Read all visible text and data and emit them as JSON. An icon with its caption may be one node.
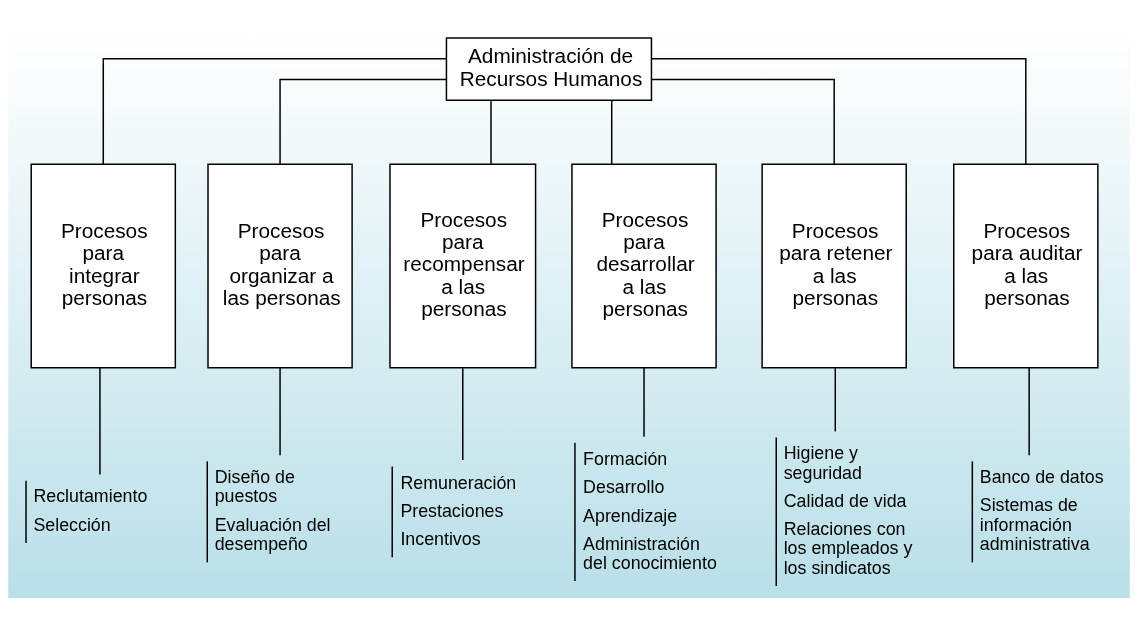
{
  "diagram": {
    "nodes": [
      {
        "text": [
          "Administración de Recursos Humanos"
        ]
      },
      {
        "text": [
          "Procesos para integrar personas"
        ]
      },
      {
        "text": [
          "Procesos para organizar a las personas"
        ]
      },
      {
        "text": [
          "Procesos para recompensar a las personas"
        ]
      },
      {
        "text": [
          "Procesos para desarrollar a las personas"
        ]
      },
      {
        "text": [
          "Procesos para retener a las personas"
        ]
      },
      {
        "text": [
          "Procesos para auditar a las personas"
        ]
      },
      {
        "text": [
          "Reclutamiento",
          "Selección"
        ]
      },
      {
        "text": [
          "Diseño de puestos",
          "Evaluación del desempeño"
        ]
      },
      {
        "text": [
          "Remuneración",
          "Prestaciones",
          "Incentivos"
        ]
      },
      {
        "text": [
          "Formación",
          "Desarrollo",
          "Aprendizaje",
          "Administración del conocimiento"
        ]
      },
      {
        "text": [
          "Higiene y seguridad",
          "Calidad de vida",
          "Relaciones con los empleados y los sindicatos"
        ]
      },
      {
        "text": [
          "Banco de datos",
          "Sistemas de información administrativa"
        ]
      }
    ],
    "edges": [
      {
        "from": 0,
        "to": 1,
        "arrow": "none"
      },
      {
        "from": 0,
        "to": 2,
        "arrow": "none"
      },
      {
        "from": 0,
        "to": 3,
        "arrow": "none"
      },
      {
        "from": 0,
        "to": 4,
        "arrow": "none"
      },
      {
        "from": 0,
        "to": 5,
        "arrow": "none"
      },
      {
        "from": 0,
        "to": 6,
        "arrow": "none"
      },
      {
        "from": 1,
        "to": 7,
        "arrow": "none"
      },
      {
        "from": 2,
        "to": 8,
        "arrow": "none"
      },
      {
        "from": 3,
        "to": 9,
        "arrow": "none"
      },
      {
        "from": 4,
        "to": 10,
        "arrow": "none"
      },
      {
        "from": 5,
        "to": 11,
        "arrow": "none"
      },
      {
        "from": 6,
        "to": 12,
        "arrow": "none"
      }
    ]
  }
}
